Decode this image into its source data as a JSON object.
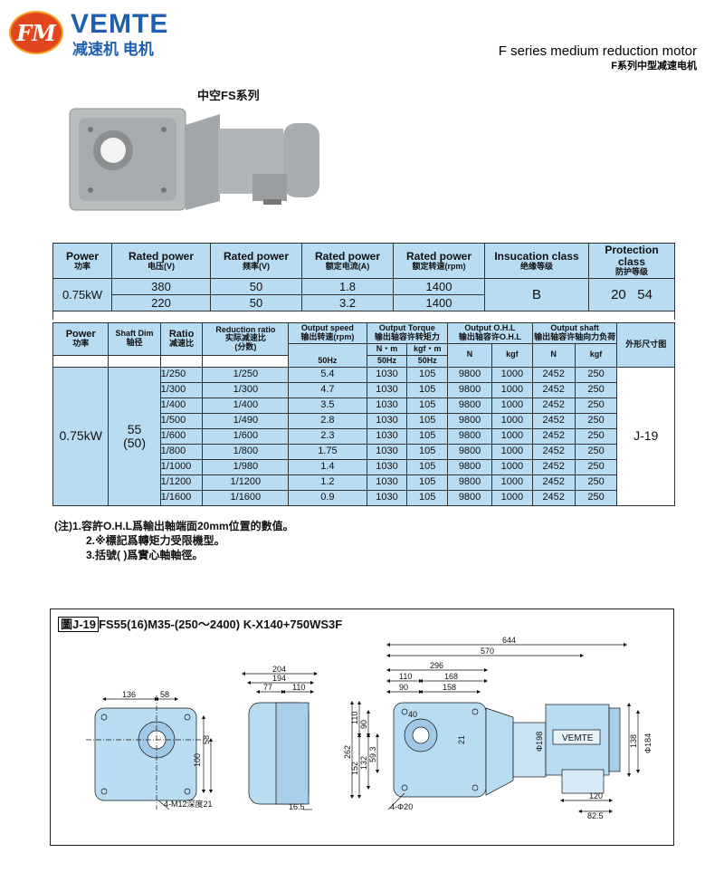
{
  "header": {
    "logo_mark": "FM",
    "brand": "VEMTE",
    "brand_cn": "减速机 电机",
    "title_en": "F series medium reduction motor",
    "title_cn": "F系列中型减速电机"
  },
  "series_label": "中空FS系列",
  "spec_table": {
    "headers": [
      {
        "en": "Power",
        "cn": "功率"
      },
      {
        "en": "Rated power",
        "cn": "电压(V)"
      },
      {
        "en": "Rated power",
        "cn": "频率(V)"
      },
      {
        "en": "Rated power",
        "cn": "额定电流(A)"
      },
      {
        "en": "Rated power",
        "cn": "额定转速(rpm)"
      },
      {
        "en": "Insucation class",
        "cn": "绝缘等级"
      },
      {
        "en": "Protection class",
        "cn": "防护等级"
      }
    ],
    "power": "0.75kW",
    "rows": [
      [
        "380",
        "50",
        "1.8",
        "1400"
      ],
      [
        "220",
        "50",
        "3.2",
        "1400"
      ]
    ],
    "insulation": "B",
    "protection": "20   54"
  },
  "ratio_table": {
    "headers": {
      "power": {
        "en": "Power",
        "cn": "功率"
      },
      "shaft": {
        "en": "Shaft Dim",
        "cn": "轴径"
      },
      "ratio": {
        "en": "Ratio",
        "cn": "减速比"
      },
      "reduction": {
        "en": "Reduction ratio",
        "cn": "实际减速比",
        "cn2": "(分数)"
      },
      "speed": {
        "en": "Output speed",
        "cn": "输出转速(rpm)"
      },
      "torque": {
        "en": "Output Torque",
        "cn": "输出轴容许转矩力"
      },
      "ohl": {
        "en": "Output O.H.L",
        "cn": "输出轴容许O.H.L"
      },
      "shaft_load": {
        "en": "Output  shaft",
        "cn": "输出轴容许轴向力负荷"
      },
      "dim": {
        "cn": "外形尺寸图"
      }
    },
    "sub": {
      "nm": "N・m",
      "kgfm": "kgf・m",
      "hz1": "50Hz",
      "hz2": "50Hz",
      "hz3": "50Hz",
      "n1": "N",
      "kgf1": "kgf",
      "n2": "N",
      "kgf2": "kgf"
    },
    "power": "0.75kW",
    "shaft": "55",
    "shaft_note": "(50)",
    "dim_ref": "J-19",
    "rows": [
      [
        "1/250",
        "1/250",
        "5.4",
        "1030",
        "105",
        "9800",
        "1000",
        "2452",
        "250"
      ],
      [
        "1/300",
        "1/300",
        "4.7",
        "1030",
        "105",
        "9800",
        "1000",
        "2452",
        "250"
      ],
      [
        "1/400",
        "1/400",
        "3.5",
        "1030",
        "105",
        "9800",
        "1000",
        "2452",
        "250"
      ],
      [
        "1/500",
        "1/490",
        "2.8",
        "1030",
        "105",
        "9800",
        "1000",
        "2452",
        "250"
      ],
      [
        "1/600",
        "1/600",
        "2.3",
        "1030",
        "105",
        "9800",
        "1000",
        "2452",
        "250"
      ],
      [
        "1/800",
        "1/800",
        "1.75",
        "1030",
        "105",
        "9800",
        "1000",
        "2452",
        "250"
      ],
      [
        "1/1000",
        "1/980",
        "1.4",
        "1030",
        "105",
        "9800",
        "1000",
        "2452",
        "250"
      ],
      [
        "1/1200",
        "1/1200",
        "1.2",
        "1030",
        "105",
        "9800",
        "1000",
        "2452",
        "250"
      ],
      [
        "1/1600",
        "1/1600",
        "0.9",
        "1030",
        "105",
        "9800",
        "1000",
        "2452",
        "250"
      ]
    ]
  },
  "notes": [
    "(注)1.容許O.H.L爲輸出軸端面20mm位置的數值。",
    "2.※標記爲轉矩力受限機型。",
    "3.括號( )爲實心軸軸徑。"
  ],
  "drawing": {
    "tag": "圖J-19",
    "model": "FS55(16)M35-(250～2400) K-X140+750WS3F",
    "nameplate": "VEMTE",
    "dims": {
      "d136": "136",
      "d58": "58",
      "d100": "100",
      "d58v": "58",
      "m12": "4-M12深度21",
      "d204": "204",
      "d194": "194",
      "d77": "77",
      "d110s": "110",
      "d165": "16.5",
      "d644": "644",
      "d570": "570",
      "d296": "296",
      "d110": "110",
      "d168": "168",
      "d90": "90",
      "d158": "158",
      "d262": "262",
      "d110v": "110",
      "d90v": "90",
      "d152": "152",
      "d132": "132",
      "d593": "59.3",
      "d20": "4-Φ20",
      "d21": "21",
      "d40": "40",
      "d198": "Φ198",
      "d184": "Φ184",
      "d138": "138",
      "d120": "120",
      "d825": "82.5"
    }
  }
}
